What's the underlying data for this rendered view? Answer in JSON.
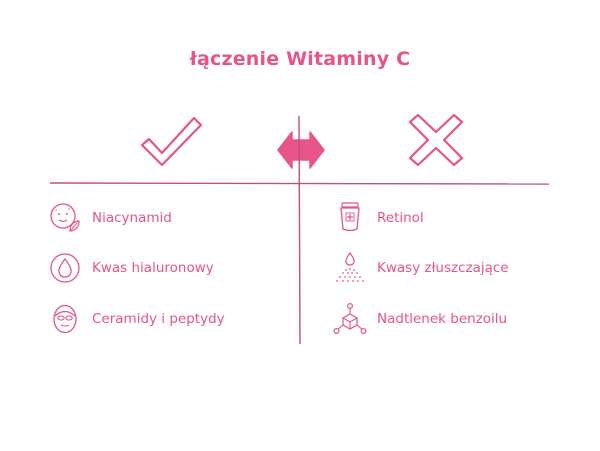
{
  "title": "łączenie Witaminy C",
  "colors": {
    "accent": "#e8548a",
    "line": "#c14f78"
  },
  "header": {
    "left_icon": "checkmark-icon",
    "center_icon": "double-arrow-icon",
    "right_icon": "cross-icon"
  },
  "left_column": {
    "items": [
      {
        "label": "Niacynamid",
        "icon": "face-leaf-icon"
      },
      {
        "label": "Kwas hialuronowy",
        "icon": "drop-circle-icon"
      },
      {
        "label": "Ceramidy i peptydy",
        "icon": "face-mask-icon"
      }
    ]
  },
  "right_column": {
    "items": [
      {
        "label": "Retinol",
        "icon": "cream-tube-icon"
      },
      {
        "label": "Kwasy złuszczające",
        "icon": "drop-spray-icon"
      },
      {
        "label": "Nadtlenek benzoilu",
        "icon": "molecule-icon"
      }
    ]
  }
}
